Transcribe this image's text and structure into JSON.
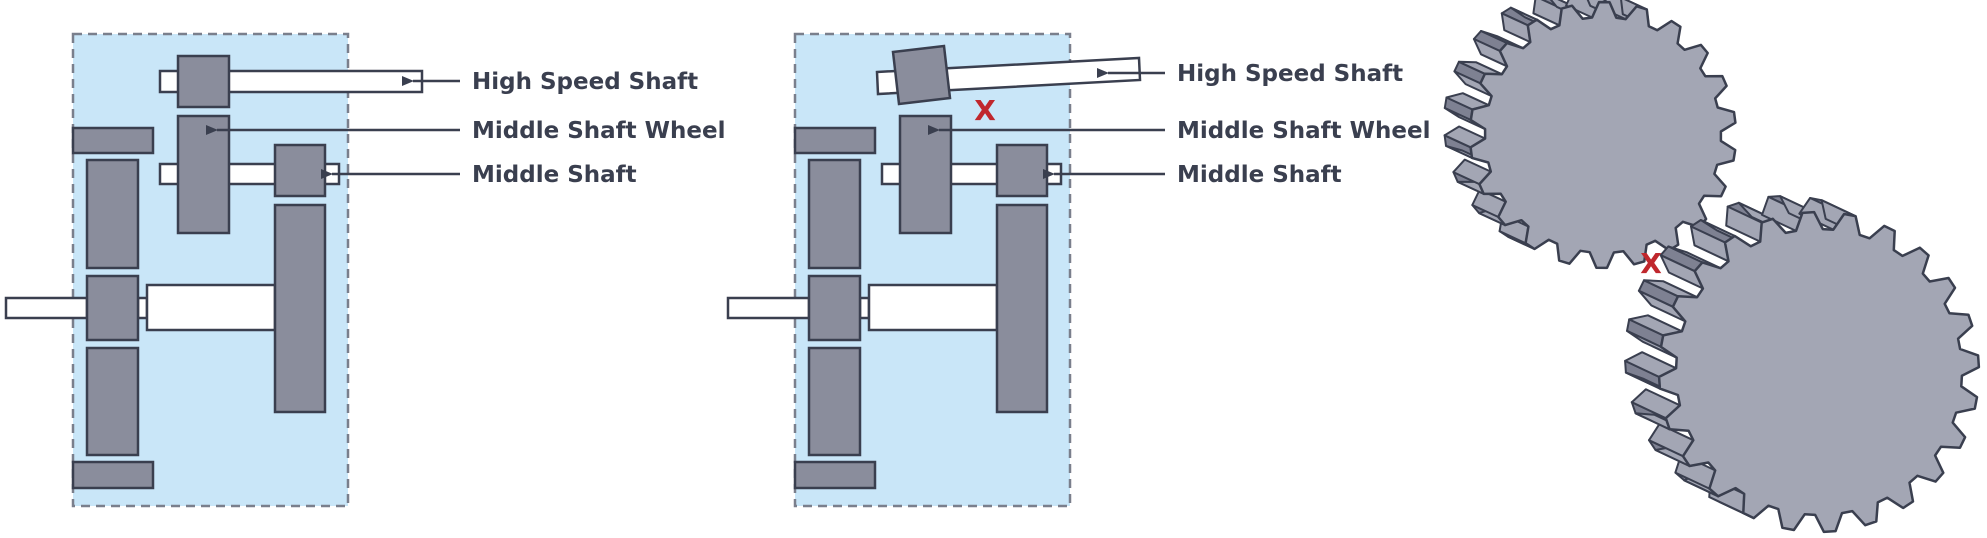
{
  "labels": {
    "high_speed_shaft": "High Speed Shaft",
    "middle_shaft_wheel": "Middle Shaft Wheel",
    "middle_shaft": "Middle Shaft"
  },
  "marks": {
    "misalignment": "X",
    "gear_mesh": "X"
  },
  "colors": {
    "housing": "#c9e6f8",
    "component": "#8a8d9c",
    "gear": "#a3a6b4",
    "outline": "#3a3f4f",
    "fault_mark": "#c0272d"
  }
}
